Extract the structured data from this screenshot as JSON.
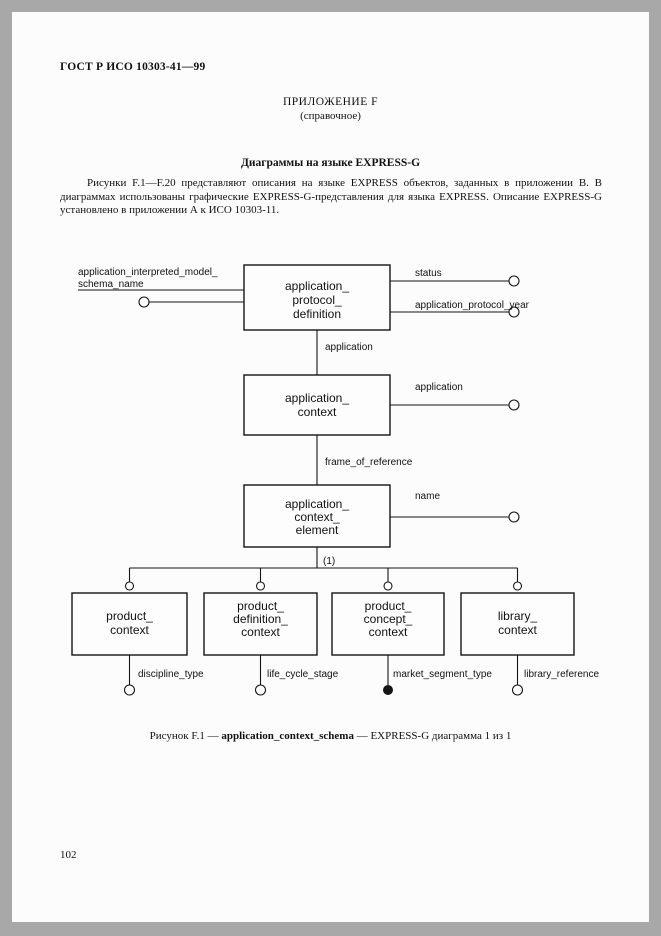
{
  "header": {
    "standard": "ГОСТ Р ИСО 10303-41—99"
  },
  "annex": {
    "title": "ПРИЛОЖЕНИЕ F",
    "subtitle": "(справочное)",
    "heading": "Диаграммы на языке EXPRESS-G",
    "paragraph": "Рисунки F.1—F.20 представляют описания на языке EXPRESS объектов, заданных в приложении В. В диаграммах использованы графические EXPRESS-G-представления для языка EXPRESS. Описание EXPRESS-G установлено в приложении А к ИСО 10303-11."
  },
  "diagram": {
    "boxes": {
      "apd": {
        "lines": [
          "application_",
          "protocol_",
          "definition"
        ]
      },
      "ac": {
        "lines": [
          "application_",
          "context"
        ]
      },
      "ace": {
        "lines": [
          "application_",
          "context_",
          "element"
        ]
      },
      "pc": {
        "lines": [
          "product_",
          "context"
        ]
      },
      "pdc": {
        "lines": [
          "product_",
          "definition_",
          "context"
        ]
      },
      "pcc": {
        "lines": [
          "product_",
          "concept_",
          "context"
        ]
      },
      "lc": {
        "lines": [
          "library_",
          "context"
        ]
      }
    },
    "labels": {
      "schema_attr_line1": "application_interpreted_model_",
      "schema_attr_line2": "schema_name",
      "status": "status",
      "application_protocol_year": "application_protocol_year",
      "application_rel": "application",
      "application_attr": "application",
      "frame_of_reference": "frame_of_reference",
      "name": "name",
      "supertype_count": "(1)",
      "discipline_type": "discipline_type",
      "life_cycle_stage": "life_cycle_stage",
      "market_segment_type": "market_segment_type",
      "library_reference": "library_reference"
    }
  },
  "caption": {
    "prefix": "Рисунок F.1 — ",
    "schema_name": "application_context_schema",
    "suffix": " — EXPRESS-G диаграмма 1 из 1"
  },
  "footer": {
    "page_number": "102"
  }
}
